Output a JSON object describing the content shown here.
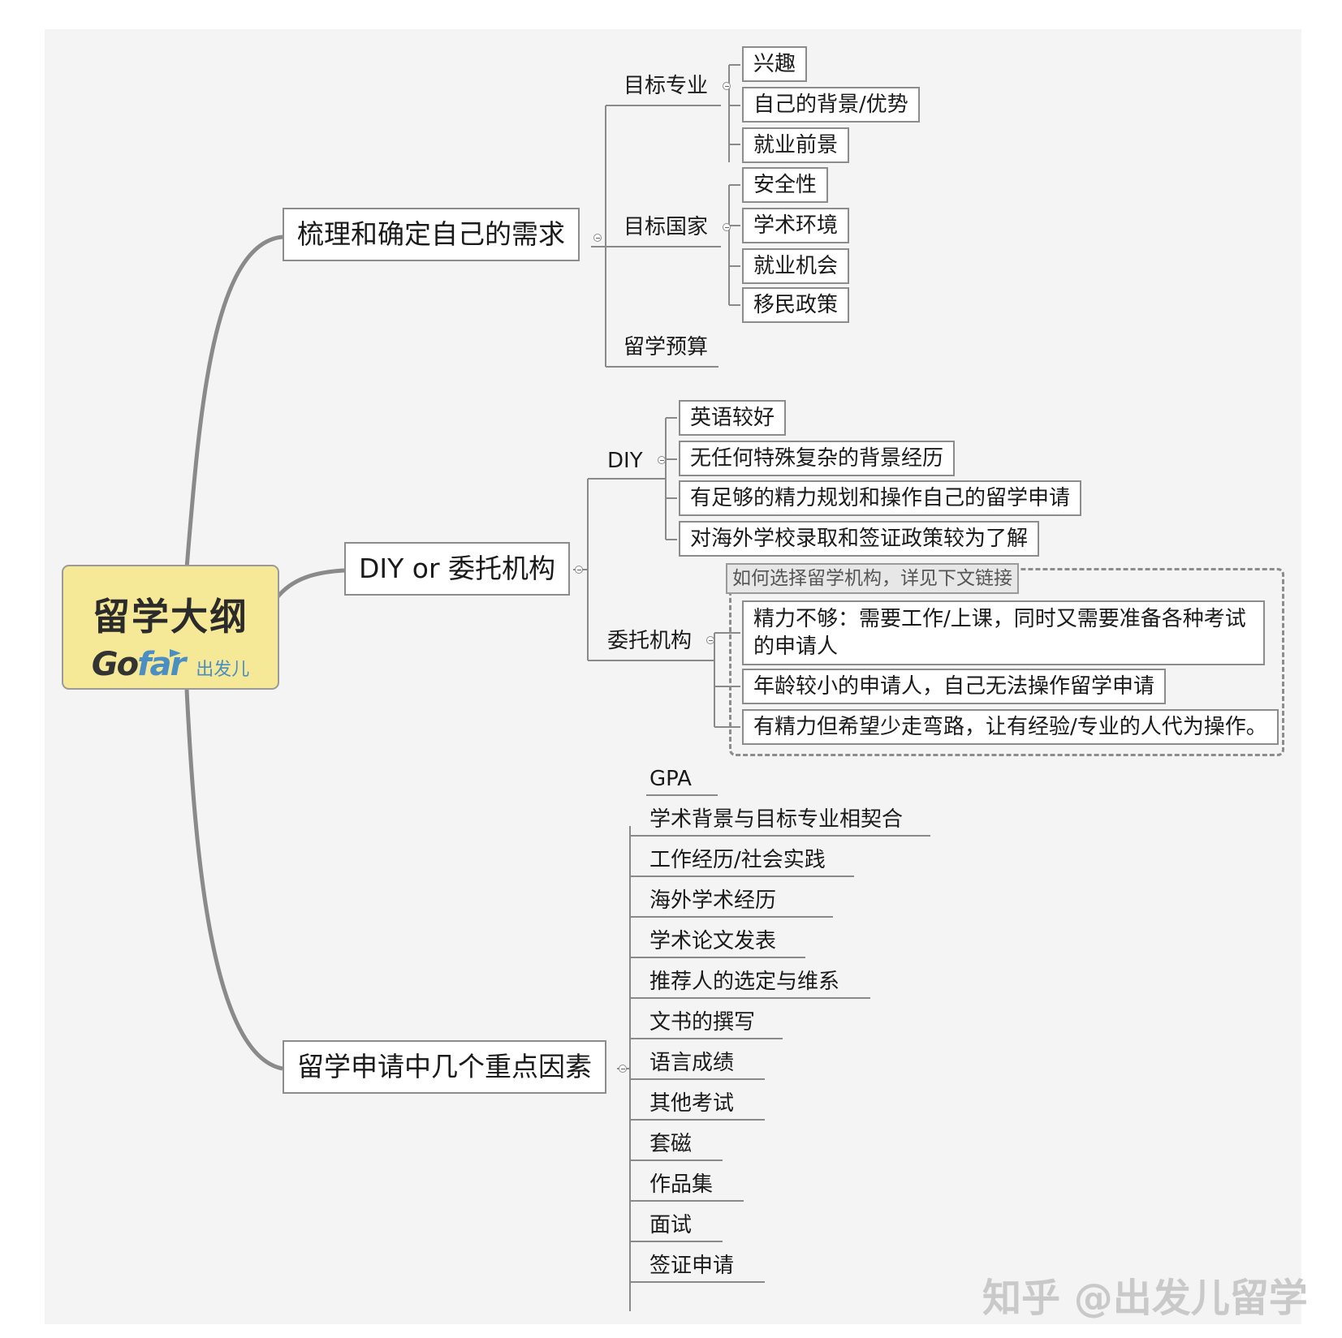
{
  "root": {
    "title": "留学大纲",
    "logo": {
      "go": "Go",
      "far": "far",
      "cn": "出发儿"
    }
  },
  "branches": [
    {
      "label": "梳理和确定自己的需求",
      "children": [
        {
          "label": "目标专业",
          "leaves": [
            "兴趣",
            "自己的背景/优势",
            "就业前景"
          ]
        },
        {
          "label": "目标国家",
          "leaves": [
            "安全性",
            "学术环境",
            "就业机会",
            "移民政策"
          ]
        },
        {
          "label": "留学预算",
          "leaves": []
        }
      ]
    },
    {
      "label": "DIY or 委托机构",
      "children": [
        {
          "label": "DIY",
          "leaves": [
            "英语较好",
            "无任何特殊复杂的背景经历",
            "有足够的精力规划和操作自己的留学申请",
            "对海外学校录取和签证政策较为了解"
          ]
        },
        {
          "label": "委托机构",
          "note": "如何选择留学机构，详见下文链接",
          "leaves": [
            "精力不够：需要工作/上课，同时又需要准备各种考试",
            "的申请人",
            "年龄较小的申请人，自己无法操作留学申请",
            "有精力但希望少走弯路，让有经验/专业的人代为操作。"
          ]
        }
      ]
    },
    {
      "label": "留学申请中几个重点因素",
      "items": [
        "GPA",
        "学术背景与目标专业相契合",
        "工作经历/社会实践",
        "海外学术经历",
        "学术论文发表",
        "推荐人的选定与维系",
        "文书的撰写",
        "语言成绩",
        "其他考试",
        "套磁",
        "作品集",
        "面试",
        "签证申请"
      ]
    }
  ],
  "watermark": "知乎 @出发儿留学"
}
